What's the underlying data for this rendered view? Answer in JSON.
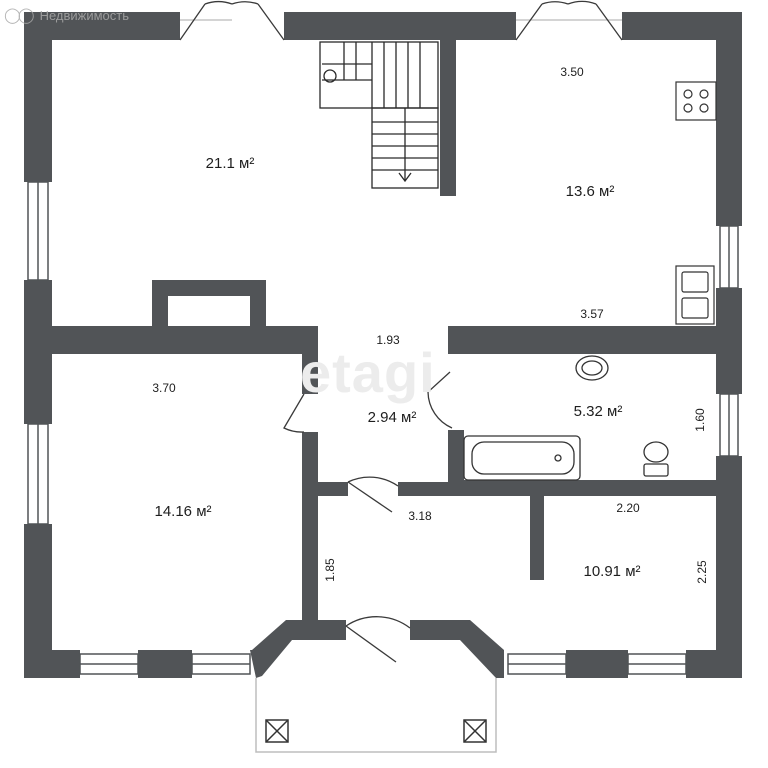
{
  "watermark": {
    "brand": "Недвижимость",
    "mark": "etagi"
  },
  "rooms": [
    {
      "id": "living",
      "area": "21.1 м²"
    },
    {
      "id": "kitchen",
      "area": "13.6 м²"
    },
    {
      "id": "hall",
      "area": "2.94 м²"
    },
    {
      "id": "bathroom",
      "area": "5.32 м²"
    },
    {
      "id": "bedroom-left",
      "area": "14.16 м²"
    },
    {
      "id": "bedroom-right",
      "area": "10.91 м²"
    }
  ],
  "dimensions": [
    "3.50",
    "3.57",
    "1.93",
    "3.70",
    "1.60",
    "3.18",
    "2.20",
    "1.85",
    "2.25"
  ],
  "colors": {
    "wall": "#515457",
    "fixture": "#3a3a3a",
    "accent": "#d0d0d0"
  }
}
